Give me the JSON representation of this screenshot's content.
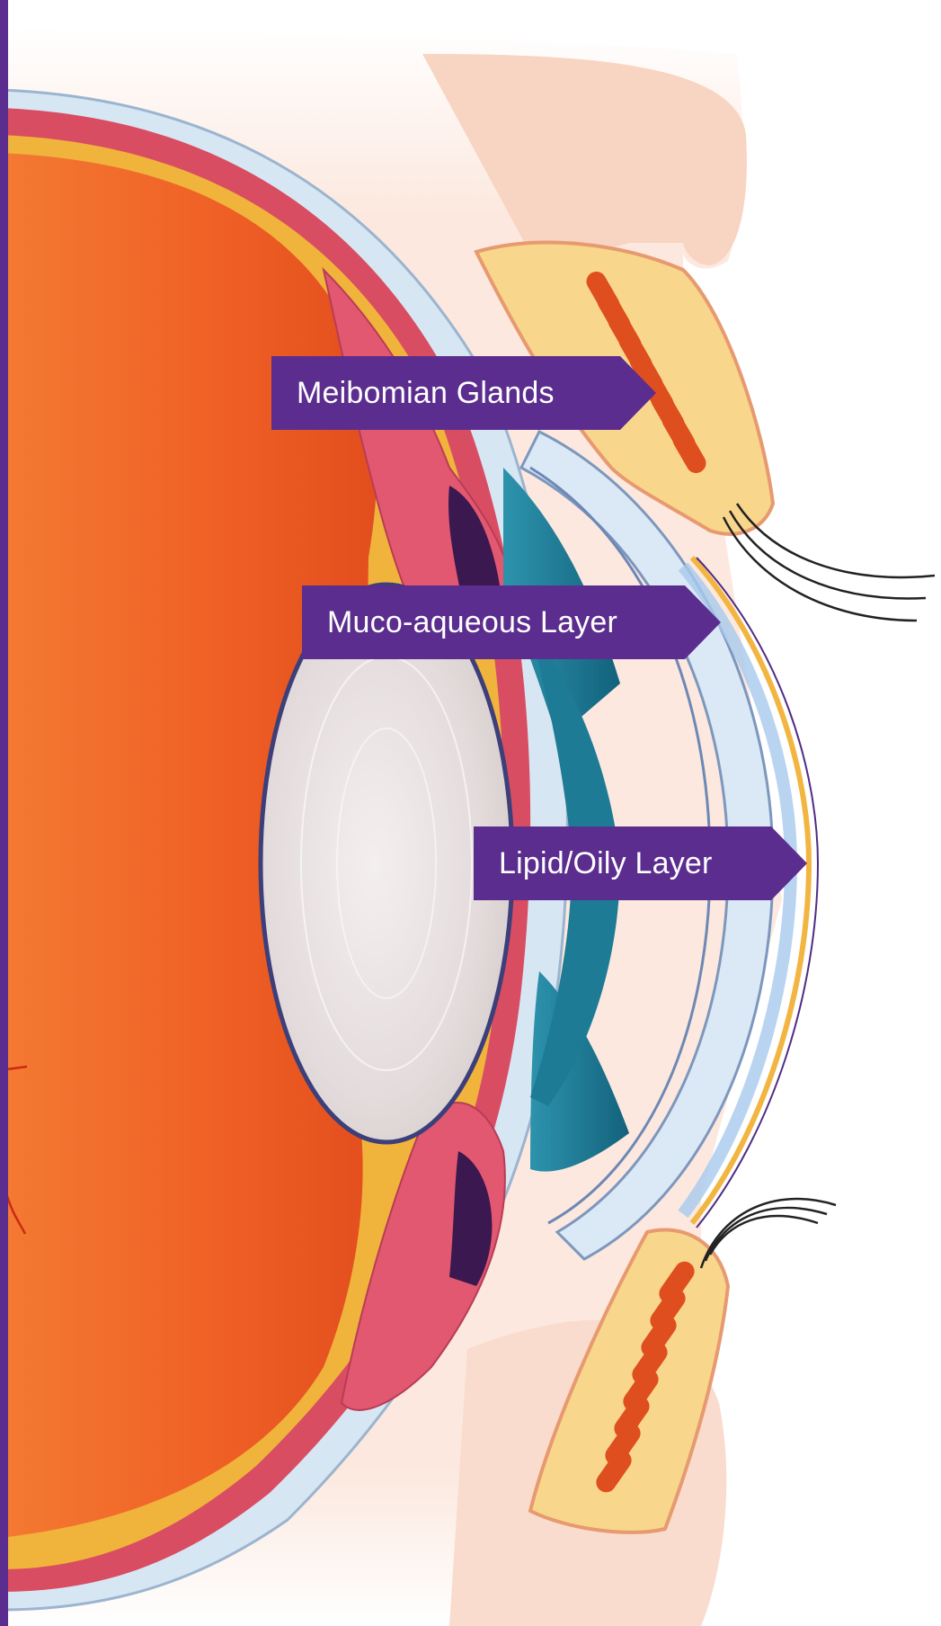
{
  "labels": {
    "meibomian": "Meibomian Glands",
    "muco_aqueous": "Muco-aqueous Layer",
    "lipid_oily": "Lipid/Oily Layer"
  },
  "colors": {
    "label_bg": "#5b2d8e",
    "left_bar": "#5b2d8e",
    "vitreous": "#f06a2a",
    "lens": "#e9e2e2",
    "cornea": "#dbe9f6",
    "iris": "#1f7d98",
    "gland": "#e0521f",
    "eyelid": "#f7d290",
    "skin": "#f8d9c8",
    "sclera_tissue": "#e25a6a",
    "tear_film": "#f2b541"
  }
}
